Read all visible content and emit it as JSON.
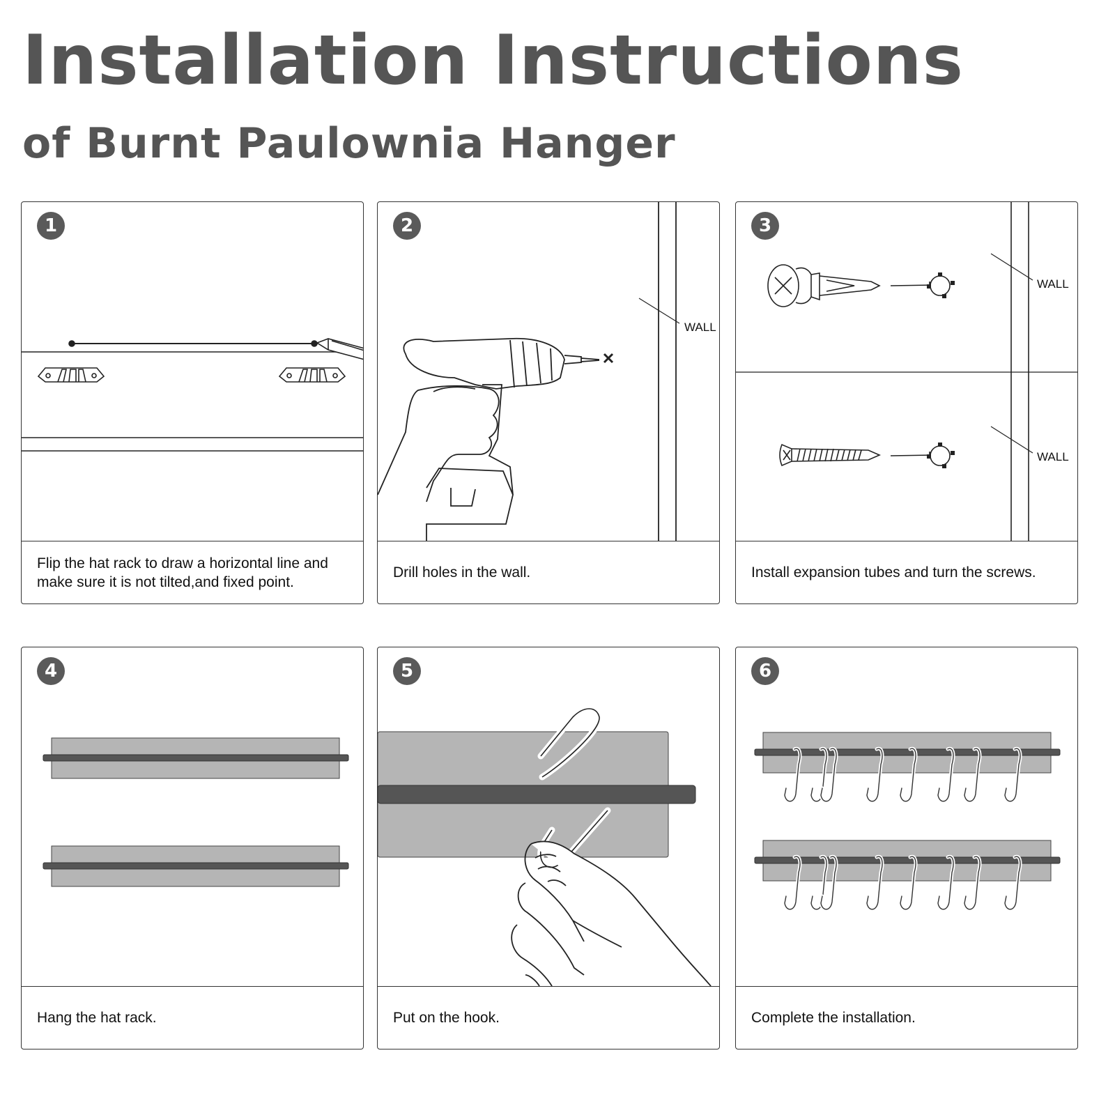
{
  "header": {
    "title": "Installation Instructions",
    "subtitle": "of Burnt Paulownia Hanger"
  },
  "colors": {
    "heading": "#555555",
    "badge": "#5a5a5a",
    "rack_board": "#b5b5b5",
    "rack_bar": "#555555"
  },
  "steps": [
    {
      "number": "1",
      "caption": "Flip the hat rack to draw a horizontal line and make sure it is not tilted,and fixed point.",
      "icon": "pencil-line-icon"
    },
    {
      "number": "2",
      "caption": "Drill holes in the wall.",
      "wall_label": "WALL",
      "icon": "drill-icon"
    },
    {
      "number": "3",
      "caption": "Install expansion tubes and turn the screws.",
      "wall_label_top": "WALL",
      "wall_label_bottom": "WALL",
      "icon": "screw-anchor-icon"
    },
    {
      "number": "4",
      "caption": "Hang the hat rack.",
      "icon": "hat-rack-icon"
    },
    {
      "number": "5",
      "caption": "Put on the hook.",
      "icon": "s-hook-hand-icon"
    },
    {
      "number": "6",
      "caption": "Complete the installation.",
      "icon": "rack-with-hooks-icon"
    }
  ]
}
